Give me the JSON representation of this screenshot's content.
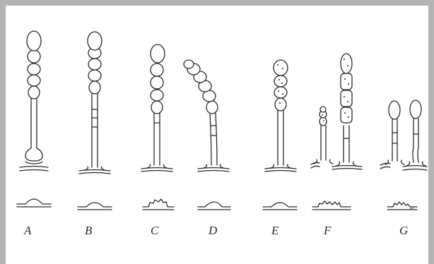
{
  "colors": {
    "border": "#b4b4b4",
    "ink": "#2a2a2a",
    "paper": "#ffffff"
  },
  "labels": [
    "A",
    "B",
    "C",
    "D",
    "E",
    "F",
    "G"
  ],
  "small_mark": "43"
}
